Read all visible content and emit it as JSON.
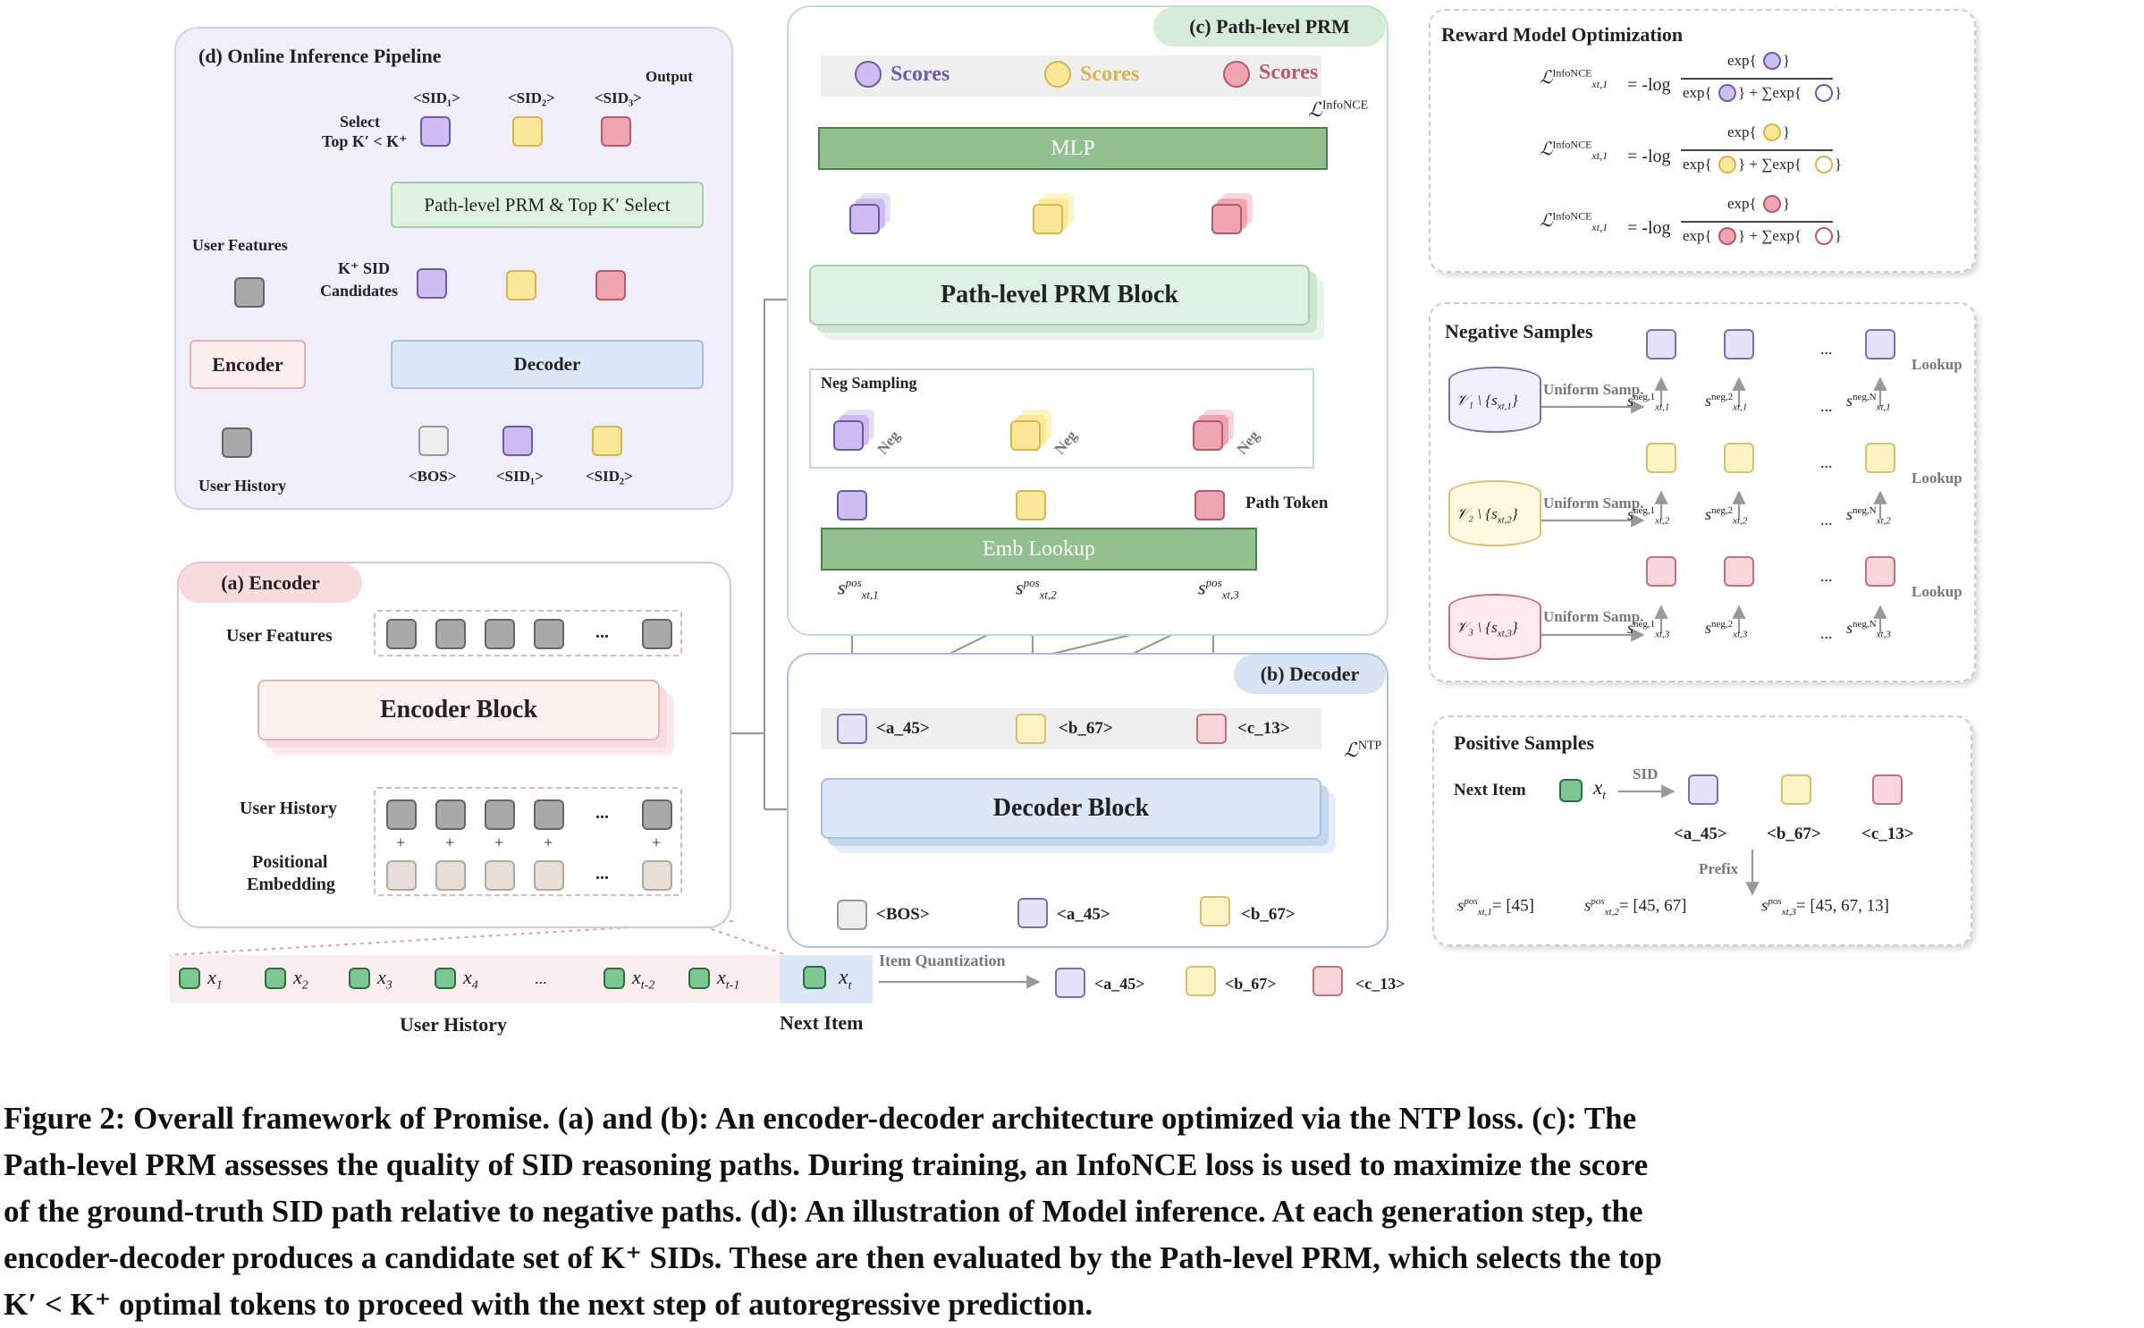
{
  "panels": {
    "d": {
      "title": "(d) Online Inference Pipeline",
      "output": "Output",
      "sid1": "<SID₁>",
      "sid2": "<SID₂>",
      "sid3": "<SID₃>",
      "select": "Select",
      "topk": "Top K′ < K⁺",
      "prm_select": "Path-level PRM & Top K′ Select",
      "user_features": "User Features",
      "k_sid": "K⁺ SID",
      "candidates": "Candidates",
      "encoder": "Encoder",
      "decoder": "Decoder",
      "user_history": "User History",
      "bos": "<BOS>",
      "in_sid1": "<SID₁>",
      "in_sid2": "<SID₂>"
    },
    "a": {
      "title": "(a) Encoder",
      "user_features": "User Features",
      "encoder_block": "Encoder Block",
      "user_history": "User History",
      "positional": "Positional",
      "embedding": "Embedding",
      "dots": "...",
      "plus": "+"
    },
    "c": {
      "title": "(c) Path-level PRM",
      "scores": "Scores",
      "loss_infonce": "ℒ",
      "loss_sup": "InfoNCE",
      "mlp": "MLP",
      "prm_block": "Path-level PRM Block",
      "neg_sampling": "Neg Sampling",
      "neg": "Neg",
      "path_token": "Path Token",
      "emb_lookup": "Emb Lookup",
      "spos": [
        "s",
        "s",
        "s"
      ],
      "spos_sup": "pos",
      "spos_sub": [
        "xt,1",
        "xt,2",
        "xt,3"
      ]
    },
    "b": {
      "title": "(b) Decoder",
      "a45": "<a_45>",
      "b67": "<b_67>",
      "c13": "<c_13>",
      "loss": "ℒ",
      "loss_sup": "NTP",
      "decoder_block": "Decoder Block",
      "bos": "<BOS>",
      "in_a45": "<a_45>",
      "in_b67": "<b_67>"
    },
    "reward": {
      "title": "Reward Model Optimization",
      "lhs": "ℒ",
      "lhs_sup": "InfoNCE",
      "lhs_sub": "xt,1",
      "eq": "= -log",
      "num": "exp{",
      "den_mid": "} + ∑exp{",
      "close": "}"
    },
    "negative": {
      "title": "Negative Samples",
      "uniform": "Uniform Samp.",
      "lookup": "Lookup",
      "dots": "...",
      "sets": [
        "𝒱₁ \\ {s",
        "𝒱₂ \\ {s",
        "𝒱₃ \\ {s"
      ],
      "set_sub": [
        "xt,1",
        "xt,2",
        "xt,3"
      ],
      "neg_sup": [
        "neg,1",
        "neg,2",
        "neg,N"
      ],
      "neg_sub": [
        "xt,1",
        "xt,2",
        "xt,3"
      ]
    },
    "positive": {
      "title": "Positive Samples",
      "next_item": "Next Item",
      "xt": "x",
      "xt_sub": "t",
      "sid": "SID",
      "prefix": "Prefix",
      "a45": "<a_45>",
      "b67": "<b_67>",
      "c13": "<c_13>",
      "p1": "= [45]",
      "p2": "= [45, 67]",
      "p3": "= [45, 67, 13]"
    }
  },
  "bottom": {
    "items": [
      "x",
      "x",
      "x",
      "x",
      "x",
      "x"
    ],
    "subs": [
      "1",
      "2",
      "3",
      "4",
      "t-2",
      "t-1"
    ],
    "dots": "...",
    "user_history": "User History",
    "next_item": "Next Item",
    "xt": "x",
    "xt_sub": "t",
    "quant": "Item Quantization",
    "a45": "<a_45>",
    "b67": "<b_67>",
    "c13": "<c_13>"
  },
  "caption": {
    "line1": "Figure 2: Overall framework of Promise. (a) and (b): An encoder-decoder architecture optimized via the NTP loss. (c): The",
    "line2": "Path-level PRM assesses the quality of SID reasoning paths. During training, an InfoNCE loss is used to maximize the score",
    "line3": "of the ground-truth SID path relative to negative paths. (d): An illustration of Model inference. At each generation step, the",
    "line4": "encoder-decoder produces a candidate set of K⁺ SIDs. These are then evaluated by the Path-level PRM, which selects the top",
    "line5": "K′ < K⁺ optimal tokens to proceed with the next step of autoregressive prediction."
  },
  "colors": {
    "purple": "#cdbdf0",
    "yellow": "#fbe89a",
    "pink": "#eea5b0",
    "green": "#92c08f",
    "blue": "#dde8f6"
  }
}
